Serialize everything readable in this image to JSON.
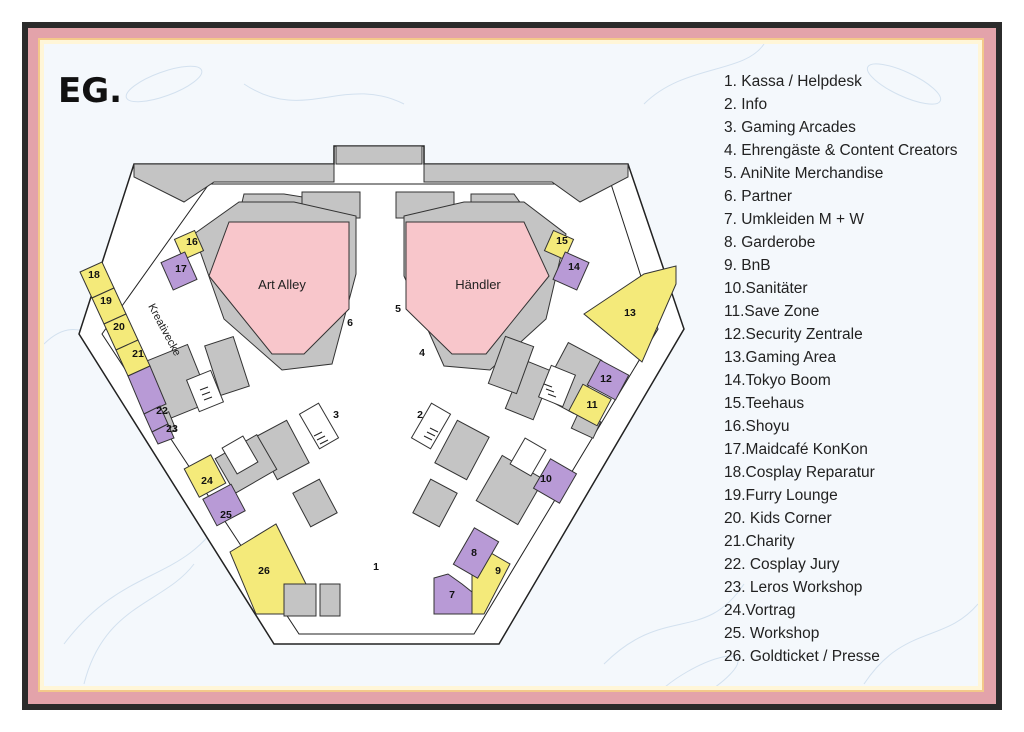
{
  "floor_label": "EG.",
  "areas": {
    "art_alley": "Art Alley",
    "haendler": "Händler",
    "kreativecke": "Kreativecke"
  },
  "markers": [
    "1",
    "2",
    "3",
    "4",
    "5",
    "6",
    "7",
    "8",
    "9",
    "10",
    "11",
    "12",
    "13",
    "14",
    "15",
    "16",
    "17",
    "18",
    "19",
    "20",
    "21",
    "22",
    "23",
    "24",
    "25",
    "26"
  ],
  "legend": [
    "1.  Kassa / Helpdesk",
    "2.  Info",
    "3.  Gaming Arcades",
    "4.  Ehrengäste & Content Creators",
    "5.  AniNite Merchandise",
    "6.  Partner",
    "7.  Umkleiden M + W",
    "8.  Garderobe",
    "9.  BnB",
    "10.Sanitäter",
    "11.Save Zone",
    "12.Security Zentrale",
    "13.Gaming Area",
    "14.Tokyo Boom",
    "15.Teehaus",
    "16.Shoyu",
    "17.Maidcafé KonKon",
    "18.Cosplay Reparatur",
    "19.Furry Lounge",
    "20.   Kids Corner",
    "21.Charity",
    "22.   Cosplay Jury",
    "23.   Leros Workshop",
    "24.Vortrag",
    "25.   Workshop",
    "26.   Goldticket / Presse"
  ],
  "colors": {
    "frame": "#2b2b2b",
    "border_pink": "#e3a3aa",
    "gold_line": "#f3c98a",
    "background": "#f4f8fc",
    "block_gray": "#c4c4c4",
    "pink_area": "#f8c6cb",
    "yellow_booth": "#f4ea7a",
    "purple_booth": "#b89ad6"
  }
}
